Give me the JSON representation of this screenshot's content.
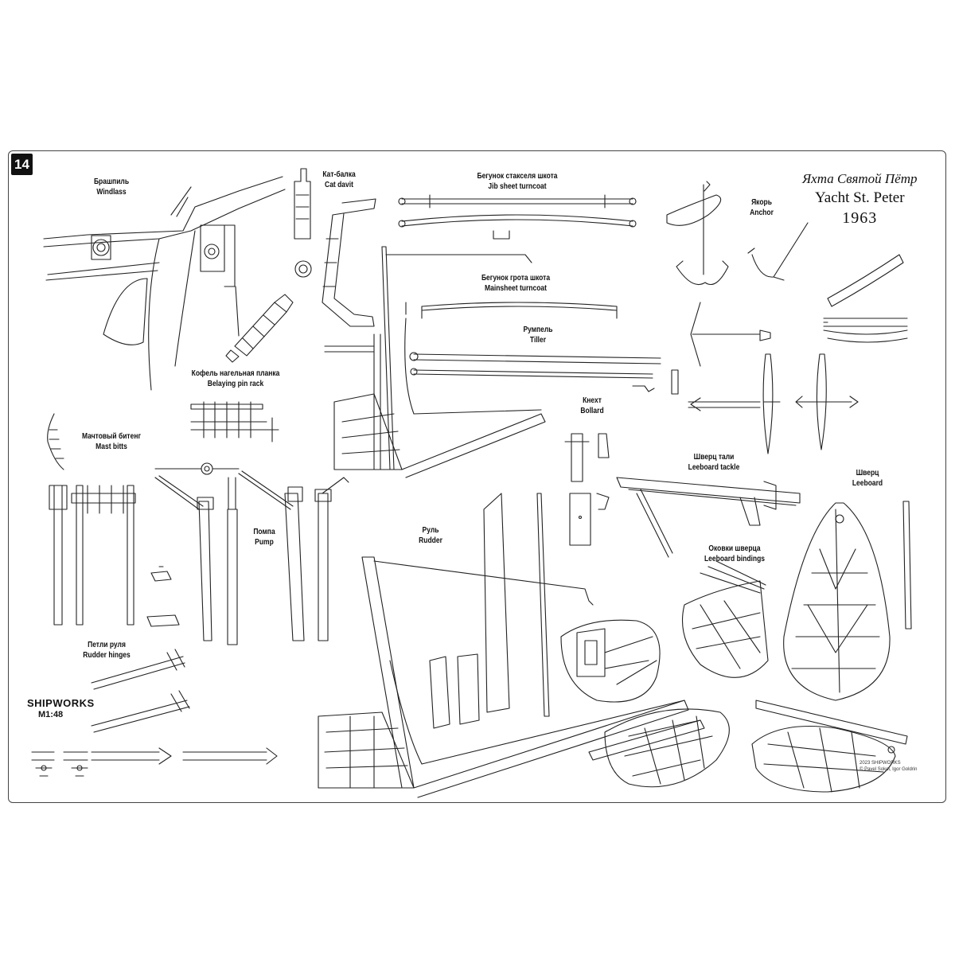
{
  "sheet": {
    "number": "14",
    "title_ru": "Яхта Святой Пётр",
    "title_en": "Yacht St. Peter",
    "year": "1963",
    "brand": "SHIPWORKS",
    "scale": "M1:48",
    "copyright": [
      "2023 SHIPWORKS",
      "© Pavel Sokol, Igor Goldrin"
    ]
  },
  "labels": {
    "windlass": {
      "ru": "Брашпиль",
      "en": "Windlass"
    },
    "cat_davit": {
      "ru": "Кат-балка",
      "en": "Cat davit"
    },
    "jib_sheet": {
      "ru": "Бегунок стакселя шкота",
      "en": "Jib sheet turncoat"
    },
    "mainsheet": {
      "ru": "Бегунок грота шкота",
      "en": "Mainsheet turncoat"
    },
    "tiller": {
      "ru": "Румпель",
      "en": "Tiller"
    },
    "anchor": {
      "ru": "Якорь",
      "en": "Anchor"
    },
    "belaying": {
      "ru": "Кофель нагельная планка",
      "en": "Belaying pin rack"
    },
    "mast_bitts": {
      "ru": "Мачтовый битенг",
      "en": "Mast bitts"
    },
    "pump": {
      "ru": "Помпа",
      "en": "Pump"
    },
    "bollard": {
      "ru": "Кнехт",
      "en": "Bollard"
    },
    "leeboard_tackle": {
      "ru": "Шверц тали",
      "en": "Leeboard tackle"
    },
    "leeboard": {
      "ru": "Шверц",
      "en": "Leeboard"
    },
    "rudder": {
      "ru": "Руль",
      "en": "Rudder"
    },
    "leeboard_bindings": {
      "ru": "Оковки шверца",
      "en": "Leeboard bindings"
    },
    "rudder_hinges": {
      "ru": "Петли руля",
      "en": "Rudder hinges"
    }
  },
  "style": {
    "line_color": "#222222",
    "border_color": "#444444"
  }
}
